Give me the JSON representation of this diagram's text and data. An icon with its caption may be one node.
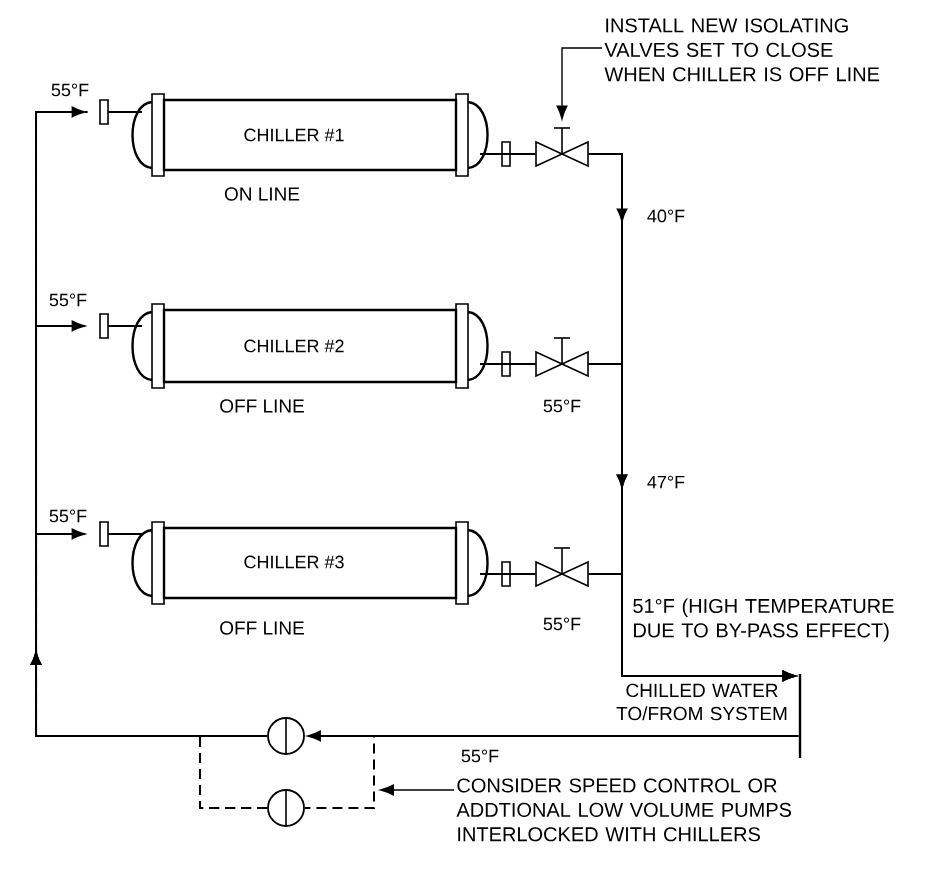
{
  "diagram": {
    "nodes": [
      {
        "text": [
          "CHILLER #1"
        ],
        "beside": [
          "ON LINE"
        ]
      },
      {
        "text": [
          "CHILLER #2"
        ],
        "beside": [
          "OFF LINE"
        ]
      },
      {
        "text": [
          "CHILLER #3"
        ],
        "beside": [
          "OFF LINE"
        ]
      },
      {
        "text": [],
        "shape": "valve"
      },
      {
        "text": [],
        "shape": "valve"
      },
      {
        "text": [],
        "shape": "valve"
      },
      {
        "text": [],
        "shape": "circle"
      },
      {
        "text": [],
        "shape": "circle"
      },
      {
        "text": [
          "INSTALL NEW ISOLATING VALVES SET TO CLOSE WHEN CHILLER IS OFF LINE"
        ]
      },
      {
        "text": [
          "CONSIDER SPEED CONTROL OR ADDTIONAL LOW VOLUME PUMPS INTERLOCKED WITH CHILLERS"
        ]
      },
      {
        "text": [],
        "shape": "bar",
        "beside": [
          "CHILLED WATER TO/FROM SYSTEM"
        ]
      }
    ],
    "edges": [
      {
        "from": 6,
        "to": 0,
        "arrow": "to"
      },
      {
        "from": 6,
        "to": 1,
        "arrow": "to"
      },
      {
        "from": 6,
        "to": 2,
        "arrow": "to"
      },
      {
        "from": 0,
        "to": 3,
        "arrow": "none"
      },
      {
        "from": 1,
        "to": 4,
        "arrow": "none"
      },
      {
        "from": 2,
        "to": 5,
        "arrow": "none"
      },
      {
        "from": 3,
        "to": 10,
        "arrow": "to"
      },
      {
        "from": 4,
        "to": 10,
        "arrow": "to"
      },
      {
        "from": 5,
        "to": 10,
        "arrow": "to"
      },
      {
        "from": 10,
        "to": 6,
        "arrow": "to",
        "label": "55°F"
      },
      {
        "from": 10,
        "to": 7,
        "arrow": "none",
        "style": "dashed"
      },
      {
        "from": 7,
        "to": 0,
        "arrow": "none",
        "style": "dashed"
      },
      {
        "from": 7,
        "to": 1,
        "arrow": "none",
        "style": "dashed"
      },
      {
        "from": 7,
        "to": 2,
        "arrow": "none",
        "style": "dashed"
      },
      {
        "from": 8,
        "to": 3,
        "arrow": "to"
      },
      {
        "from": 9,
        "to": null,
        "arrow": "to"
      }
    ],
    "labels": [
      "55°F",
      "40°F",
      "55°F",
      "55°F",
      "47°F",
      "55°F",
      "51°F (HIGH TEMPERATURE DUE TO BY-PASS EFFECT)",
      "55°F"
    ]
  }
}
